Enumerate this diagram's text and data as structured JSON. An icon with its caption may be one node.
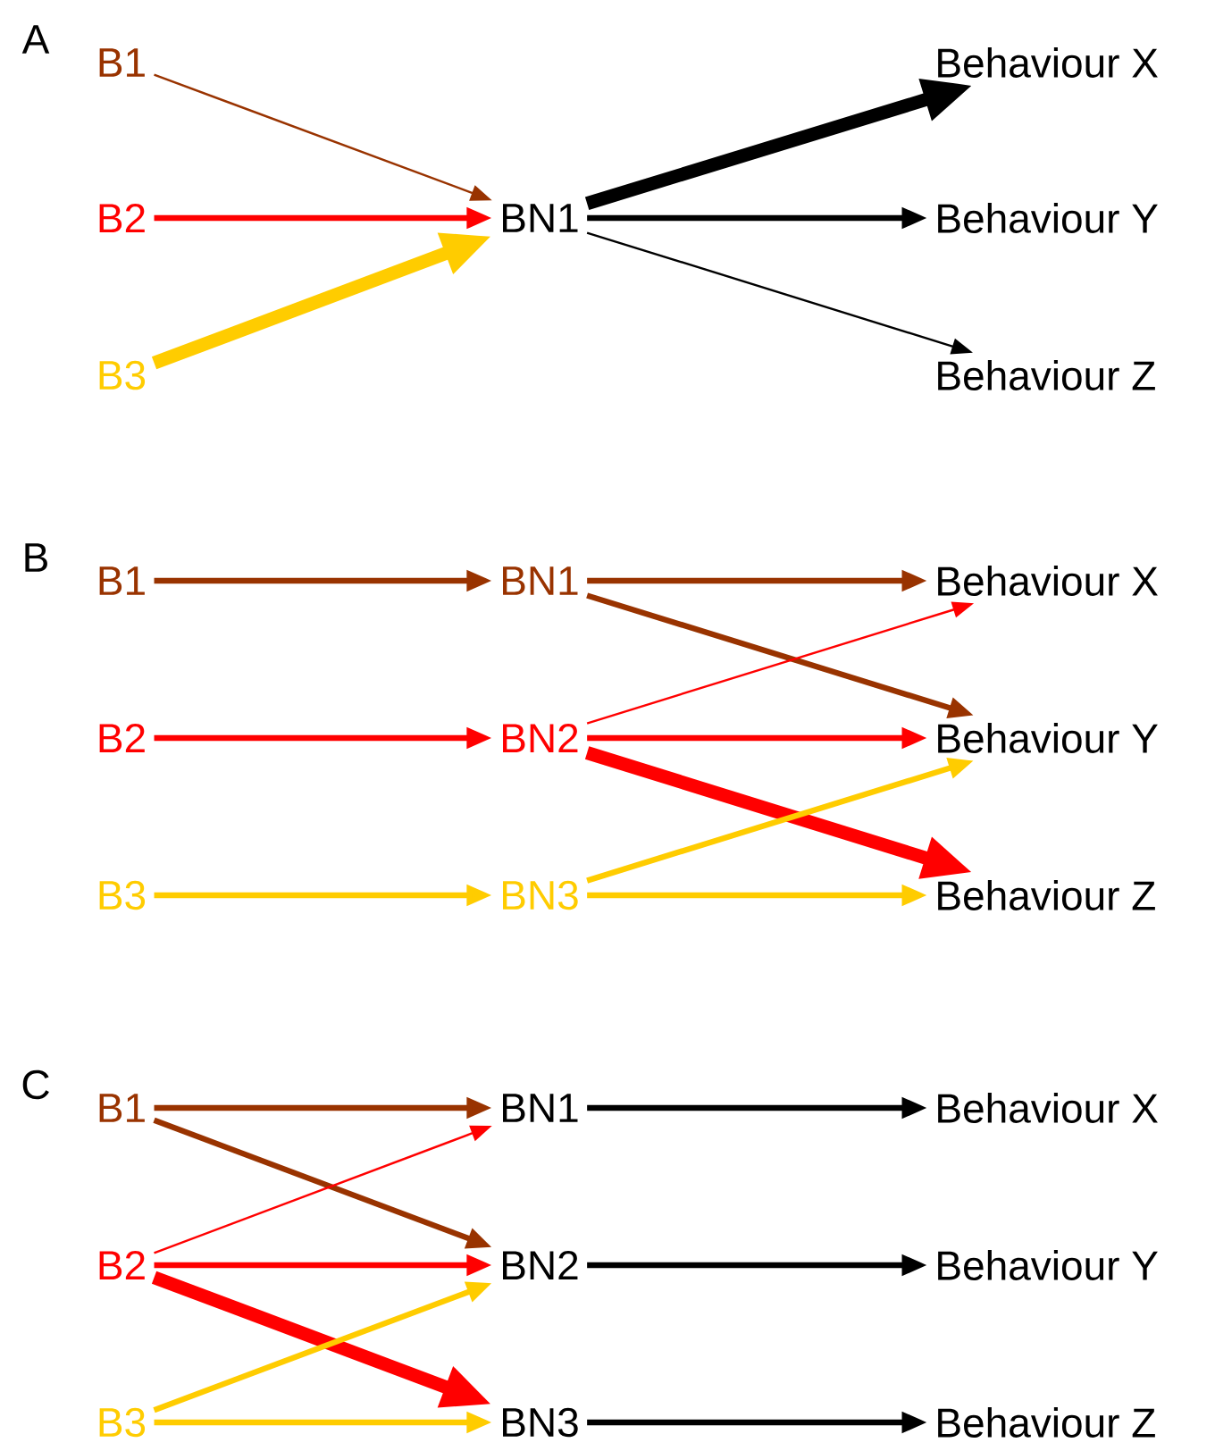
{
  "diagram": {
    "nodes": [
      {
        "text": [
          "B1"
        ]
      },
      {
        "text": [
          "B2"
        ]
      },
      {
        "text": [
          "B3"
        ]
      },
      {
        "text": [
          "BN1"
        ]
      },
      {
        "text": [
          "Behaviour X"
        ]
      },
      {
        "text": [
          "Behaviour Y"
        ]
      },
      {
        "text": [
          "Behaviour Z"
        ]
      },
      {
        "text": [
          "B1"
        ]
      },
      {
        "text": [
          "B2"
        ]
      },
      {
        "text": [
          "B3"
        ]
      },
      {
        "text": [
          "BN1"
        ]
      },
      {
        "text": [
          "BN2"
        ]
      },
      {
        "text": [
          "BN3"
        ]
      },
      {
        "text": [
          "Behaviour X"
        ]
      },
      {
        "text": [
          "Behaviour Y"
        ]
      },
      {
        "text": [
          "Behaviour Z"
        ]
      },
      {
        "text": [
          "B1"
        ]
      },
      {
        "text": [
          "B2"
        ]
      },
      {
        "text": [
          "B3"
        ]
      },
      {
        "text": [
          "BN1"
        ]
      },
      {
        "text": [
          "BN2"
        ]
      },
      {
        "text": [
          "BN3"
        ]
      },
      {
        "text": [
          "Behaviour X"
        ]
      },
      {
        "text": [
          "Behaviour Y"
        ]
      },
      {
        "text": [
          "Behaviour Z"
        ]
      }
    ],
    "edges": [
      {
        "from": 0,
        "to": 3,
        "arrow": "to",
        "color": "#993300"
      },
      {
        "from": 1,
        "to": 3,
        "arrow": "to",
        "color": "#ff0000"
      },
      {
        "from": 2,
        "to": 3,
        "arrow": "to",
        "color": "#ffcc00",
        "style": "thick"
      },
      {
        "from": 3,
        "to": 4,
        "arrow": "to",
        "color": "#000000",
        "style": "thick"
      },
      {
        "from": 3,
        "to": 5,
        "arrow": "to",
        "color": "#000000"
      },
      {
        "from": 3,
        "to": 6,
        "arrow": "to",
        "color": "#000000"
      },
      {
        "from": 7,
        "to": 10,
        "arrow": "to",
        "color": "#993300"
      },
      {
        "from": 8,
        "to": 11,
        "arrow": "to",
        "color": "#ff0000"
      },
      {
        "from": 9,
        "to": 12,
        "arrow": "to",
        "color": "#ffcc00"
      },
      {
        "from": 10,
        "to": 13,
        "arrow": "to",
        "color": "#993300"
      },
      {
        "from": 10,
        "to": 14,
        "arrow": "to",
        "color": "#993300"
      },
      {
        "from": 11,
        "to": 13,
        "arrow": "to",
        "color": "#ff0000"
      },
      {
        "from": 11,
        "to": 14,
        "arrow": "to",
        "color": "#ff0000"
      },
      {
        "from": 11,
        "to": 15,
        "arrow": "to",
        "color": "#ff0000",
        "style": "thick"
      },
      {
        "from": 12,
        "to": 14,
        "arrow": "to",
        "color": "#ffcc00"
      },
      {
        "from": 12,
        "to": 15,
        "arrow": "to",
        "color": "#ffcc00"
      },
      {
        "from": 16,
        "to": 19,
        "arrow": "to",
        "color": "#993300"
      },
      {
        "from": 16,
        "to": 20,
        "arrow": "to",
        "color": "#993300"
      },
      {
        "from": 17,
        "to": 19,
        "arrow": "to",
        "color": "#ff0000"
      },
      {
        "from": 17,
        "to": 20,
        "arrow": "to",
        "color": "#ff0000"
      },
      {
        "from": 17,
        "to": 21,
        "arrow": "to",
        "color": "#ff0000",
        "style": "thick"
      },
      {
        "from": 18,
        "to": 20,
        "arrow": "to",
        "color": "#ffcc00"
      },
      {
        "from": 18,
        "to": 21,
        "arrow": "to",
        "color": "#ffcc00"
      },
      {
        "from": 19,
        "to": 22,
        "arrow": "to",
        "color": "#000000"
      },
      {
        "from": 20,
        "to": 23,
        "arrow": "to",
        "color": "#000000"
      },
      {
        "from": 21,
        "to": 24,
        "arrow": "to",
        "color": "#000000"
      }
    ],
    "labels": [
      "A",
      "B",
      "C"
    ]
  }
}
